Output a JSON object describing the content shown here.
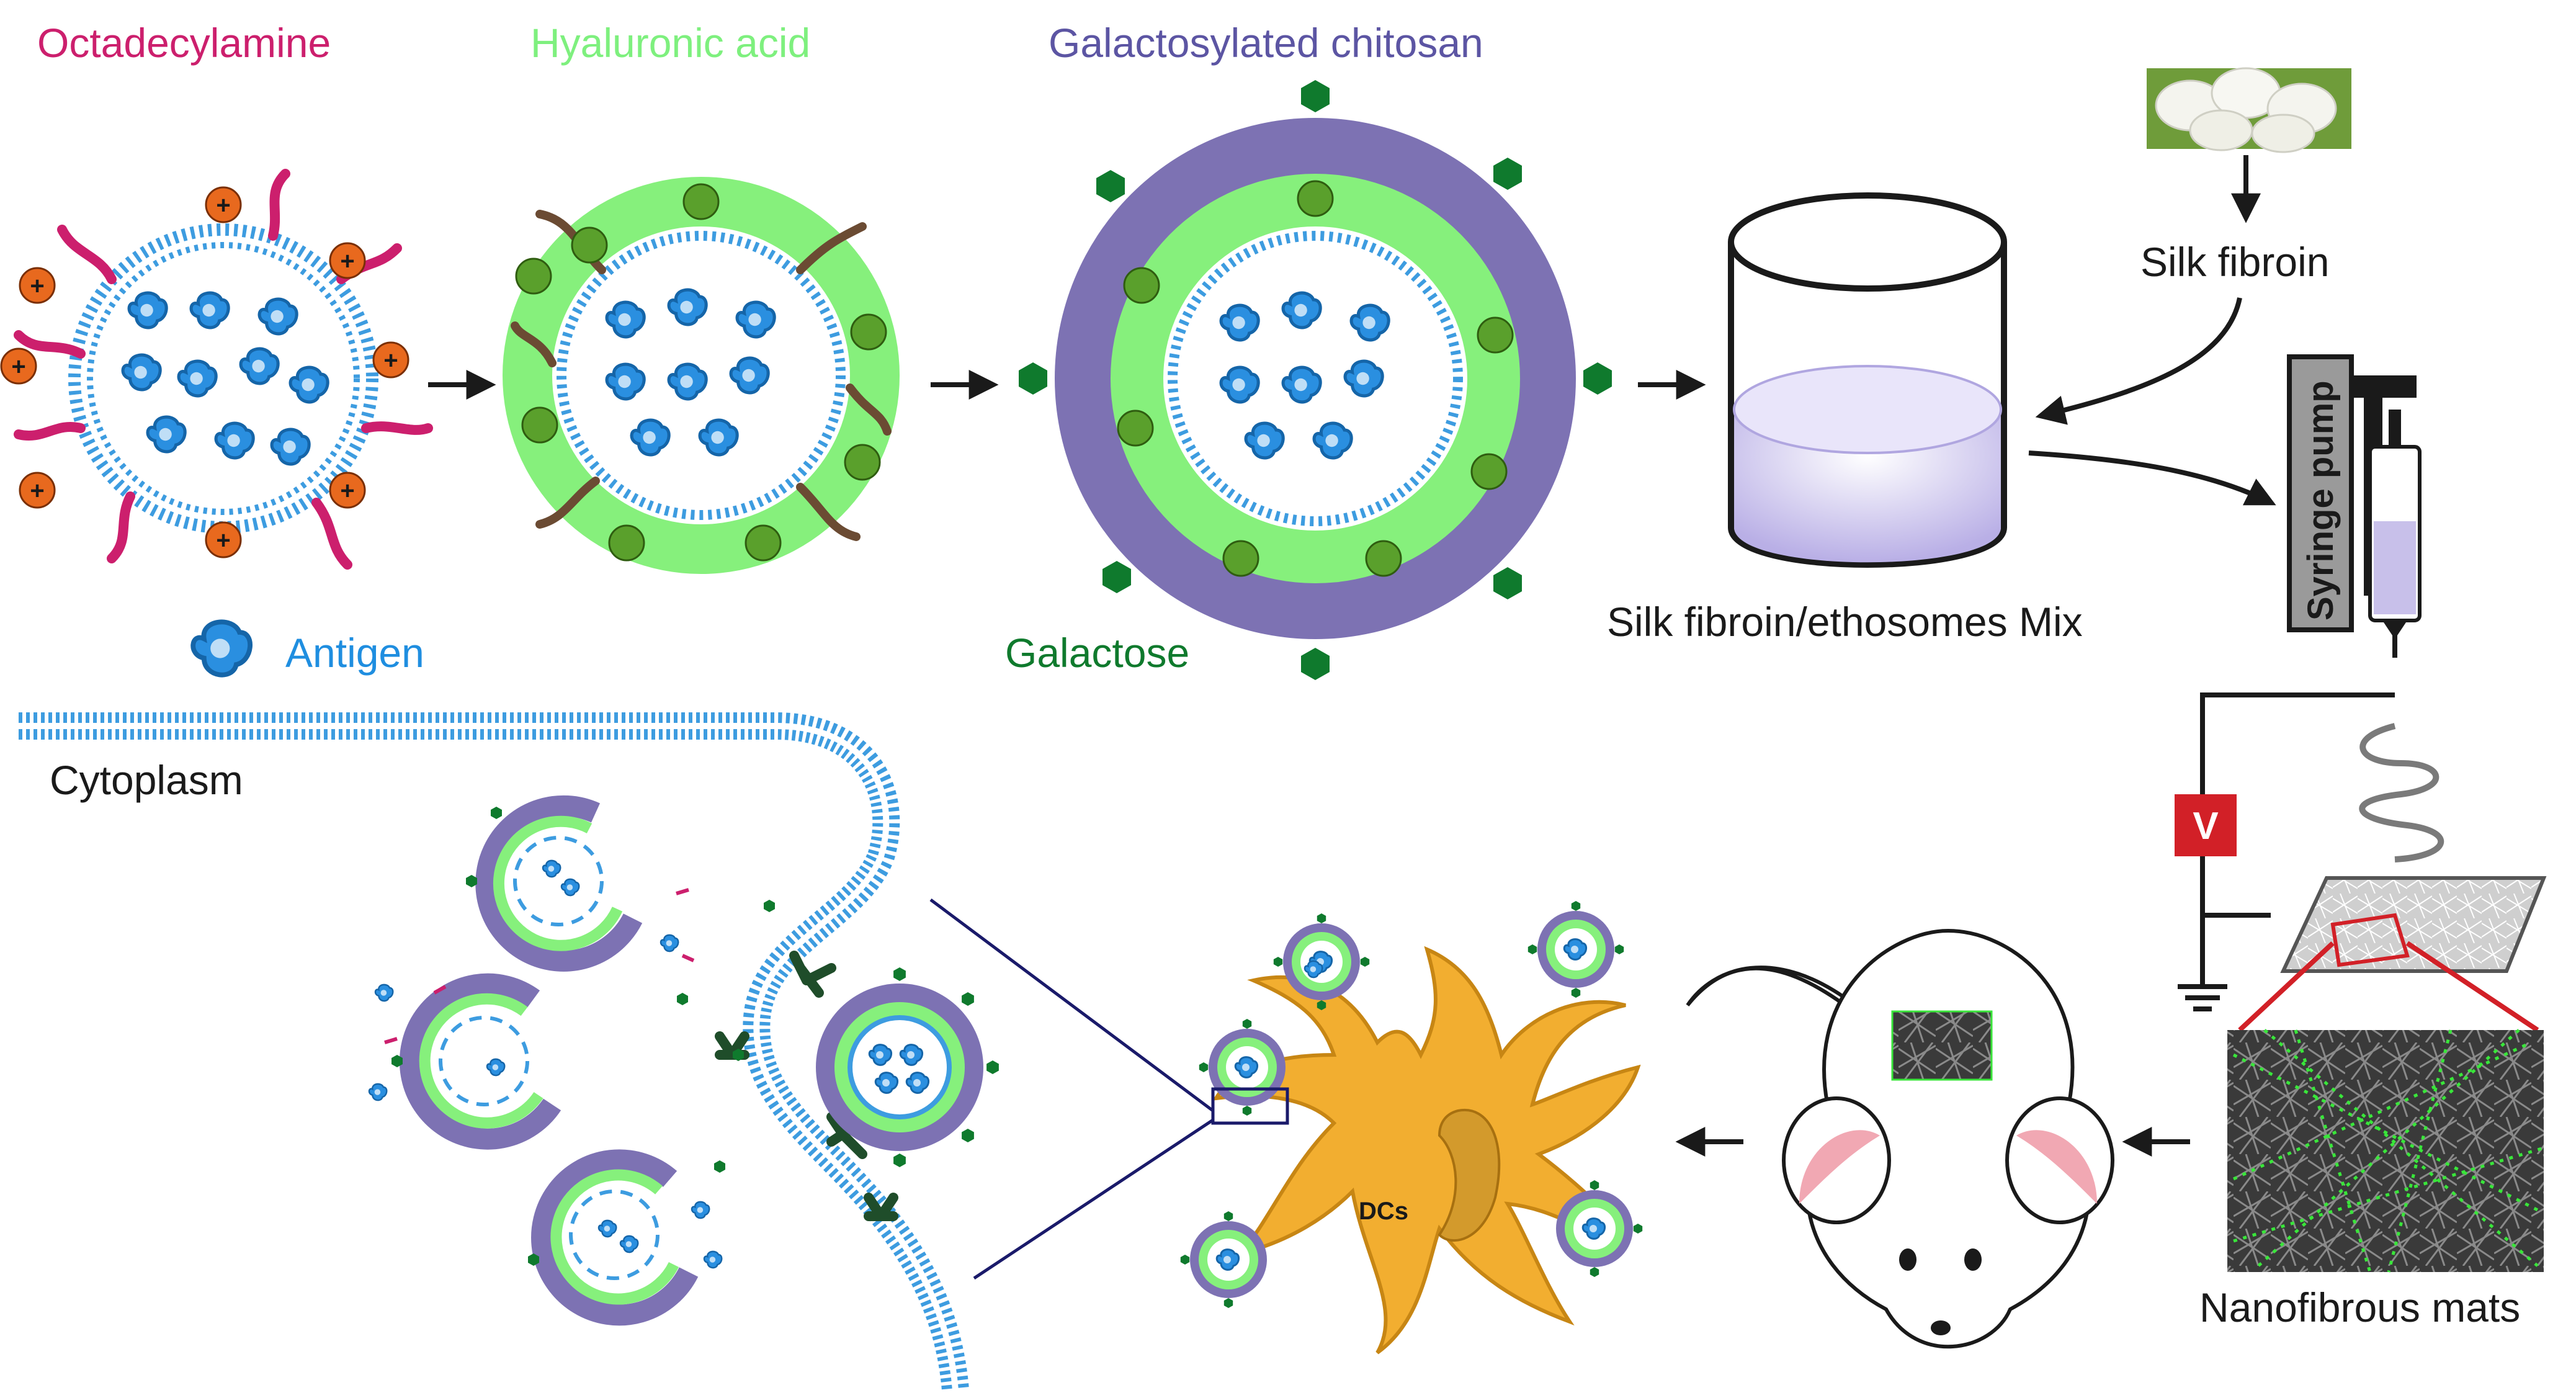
{
  "labels": {
    "octadecylamine": "Octadecylamine",
    "hyaluronic_acid": "Hyaluronic acid",
    "galactosylated_chitosan": "Galactosylated chitosan",
    "antigen": "Antigen",
    "galactose": "Galactose",
    "silk_fibroin": "Silk fibroin",
    "syringe_pump": "Syringe pump",
    "mix": "Silk fibroin/ethosomes Mix",
    "voltage": "V",
    "cytoplasm": "Cytoplasm",
    "dcs": "DCs",
    "nanofibrous_mats": "Nanofibrous mats",
    "plus": "+"
  },
  "colors": {
    "octadecylamine": "#cc1f6d",
    "hyaluronic_acid": "#7ef07e",
    "hyaluronic_fill": "#86f07c",
    "galactosylated_chitosan": "#5c55a3",
    "chitosan_ring": "#7d72b3",
    "antigen": "#1f8ee0",
    "galactose": "#0f7a2d",
    "charge_orange": "#e8691e",
    "charge_green": "#5aa02c",
    "dc_cell": "#f2ae30",
    "membrane": "#3d9ce0",
    "beaker_liquid": "#cfc7ef",
    "voltage_box": "#d22027",
    "arrow": "#1a1a1a"
  }
}
